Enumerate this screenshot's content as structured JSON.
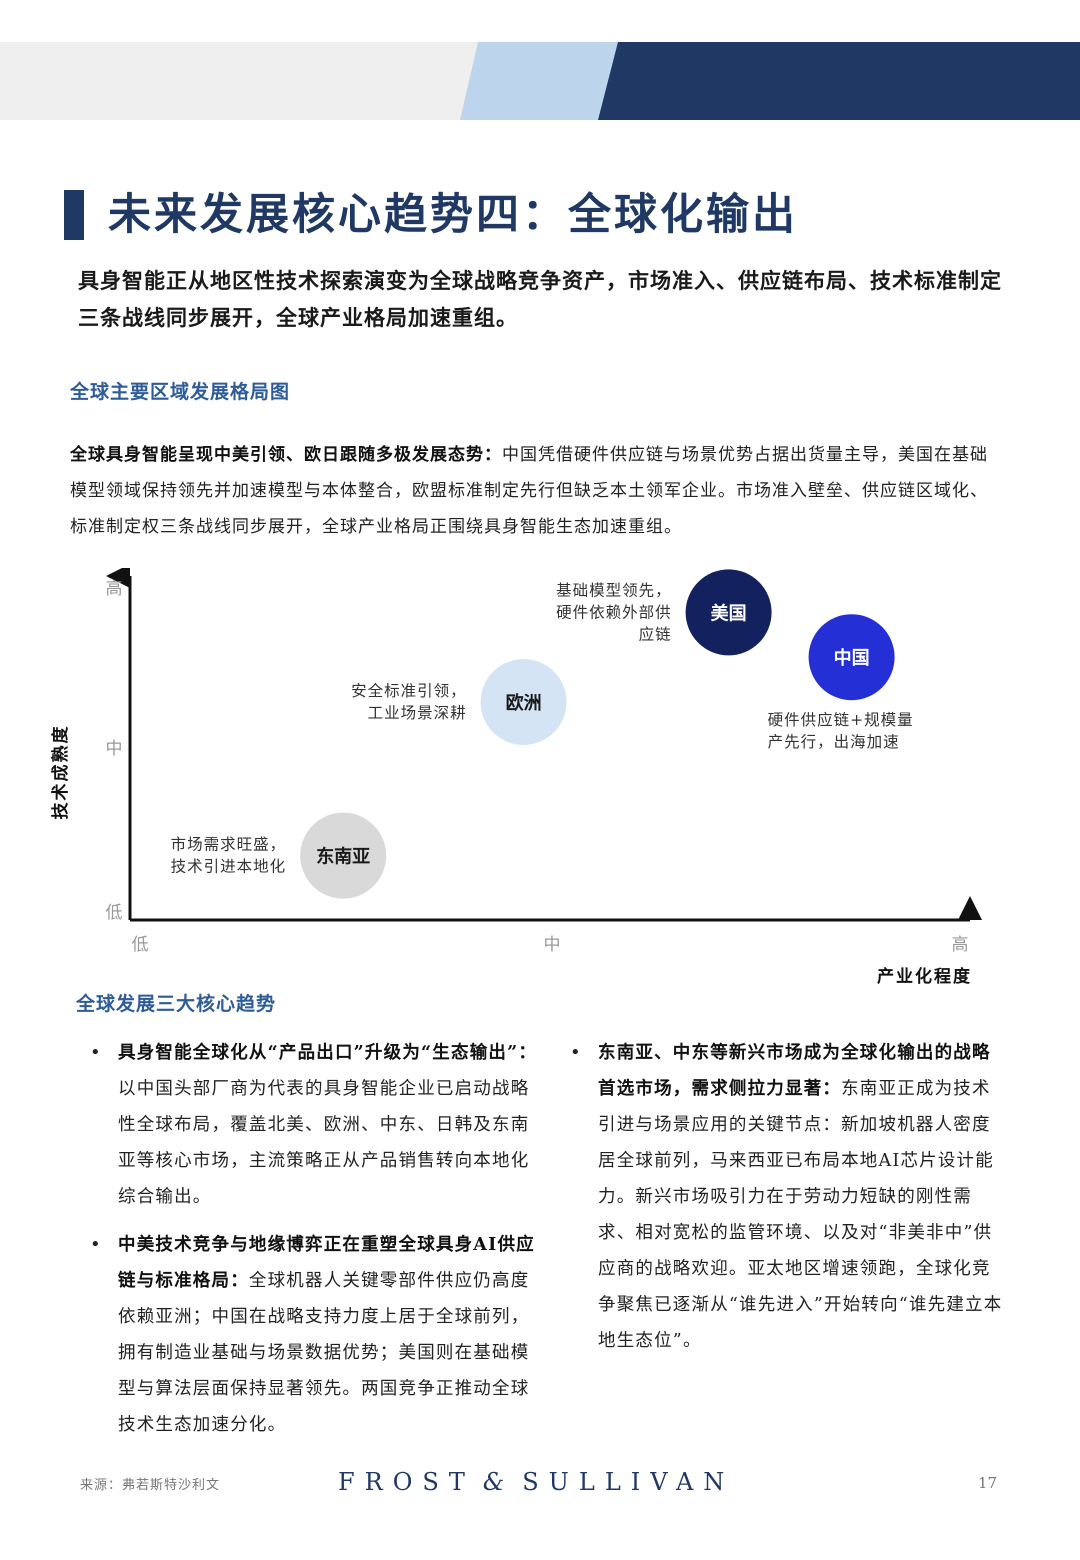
{
  "page": {
    "title": "未来发展核心趋势四：全球化输出",
    "subtitle": "具身智能正从地区性技术探索演变为全球战略竞争资产，市场准入、供应链布局、技术标准制定三条战线同步展开，全球产业格局加速重组。",
    "section1_heading": "全球主要区域发展格局图",
    "intro_bold": "全球具身智能呈现中美引领、欧日跟随多极发展态势：",
    "intro_text": "中国凭借硬件供应链与场景优势占据出货量主导，美国在基础模型领域保持领先并加速模型与本体整合，欧盟标准制定先行但缺乏本土领军企业。市场准入壁垒、供应链区域化、标准制定权三条战线同步展开，全球产业格局正围绕具身智能生态加速重组。",
    "section2_heading": "全球发展三大核心趋势",
    "bullets_left": [
      {
        "bold": "具身智能全球化从“产品出口”升级为“生态输出”：",
        "text": "以中国头部厂商为代表的具身智能企业已启动战略性全球布局，覆盖北美、欧洲、中东、日韩及东南亚等核心市场，主流策略正从产品销售转向本地化综合输出。"
      },
      {
        "bold": "中美技术竞争与地缘博弈正在重塑全球具身AI供应链与标准格局：",
        "text": "全球机器人关键零部件供应仍高度依赖亚洲；中国在战略支持力度上居于全球前列，拥有制造业基础与场景数据优势；美国则在基础模型与算法层面保持显著领先。两国竞争正推动全球技术生态加速分化。"
      }
    ],
    "bullets_right": [
      {
        "bold": "东南亚、中东等新兴市场成为全球化输出的战略首选市场，需求侧拉力显著：",
        "text": "东南亚正成为技术引进与场景应用的关键节点：新加坡机器人密度居全球前列，马来西亚已布局本地AI芯片设计能力。新兴市场吸引力在于劳动力短缺的刚性需求、相对宽松的监管环境、以及对“非美非中”供应商的战略欢迎。亚太地区增速领跑，全球化竞争聚焦已逐渐从“谁先进入”开始转向“谁先建立本地生态位”。"
      }
    ],
    "footer": {
      "source": "来源：弗若斯特沙利文",
      "brand_left": "FROST",
      "brand_amp": "&",
      "brand_right": "SULLIVAN",
      "page_number": "17"
    }
  },
  "colors": {
    "brand_navy": "#1f3864",
    "heading_blue": "#2e5c99",
    "usa": "#13215e",
    "china": "#2430d6",
    "europe": "#d4e4f4",
    "sea": "#d9d9d9"
  },
  "chart_data": {
    "type": "bubble",
    "ylabel": "技术成熟度",
    "xlabel": "产业化程度",
    "x_ticks": [
      "低",
      "中",
      "高"
    ],
    "y_ticks": [
      "低",
      "中",
      "高"
    ],
    "x_range": [
      0,
      10
    ],
    "y_range": [
      0,
      10
    ],
    "points": [
      {
        "name": "美国",
        "x": 7.3,
        "y": 9.3,
        "color": "#13215e",
        "text_color": "#ffffff",
        "annotation": [
          "基础模型领先，",
          "硬件依赖外部供",
          "应链"
        ],
        "annotation_side": "left"
      },
      {
        "name": "中国",
        "x": 8.8,
        "y": 7.9,
        "color": "#2430d6",
        "text_color": "#ffffff",
        "annotation": [
          "硬件供应链+规模量",
          "产先行，出海加速"
        ],
        "annotation_side": "below"
      },
      {
        "name": "欧洲",
        "x": 4.8,
        "y": 6.5,
        "color": "#d4e4f4",
        "text_color": "#1a1a1a",
        "annotation": [
          "安全标准引领，",
          "工业场景深耕"
        ],
        "annotation_side": "left"
      },
      {
        "name": "东南亚",
        "x": 2.6,
        "y": 1.7,
        "color": "#d9d9d9",
        "text_color": "#1a1a1a",
        "annotation": [
          "市场需求旺盛，",
          "技术引进本地化"
        ],
        "annotation_side": "left"
      }
    ]
  }
}
